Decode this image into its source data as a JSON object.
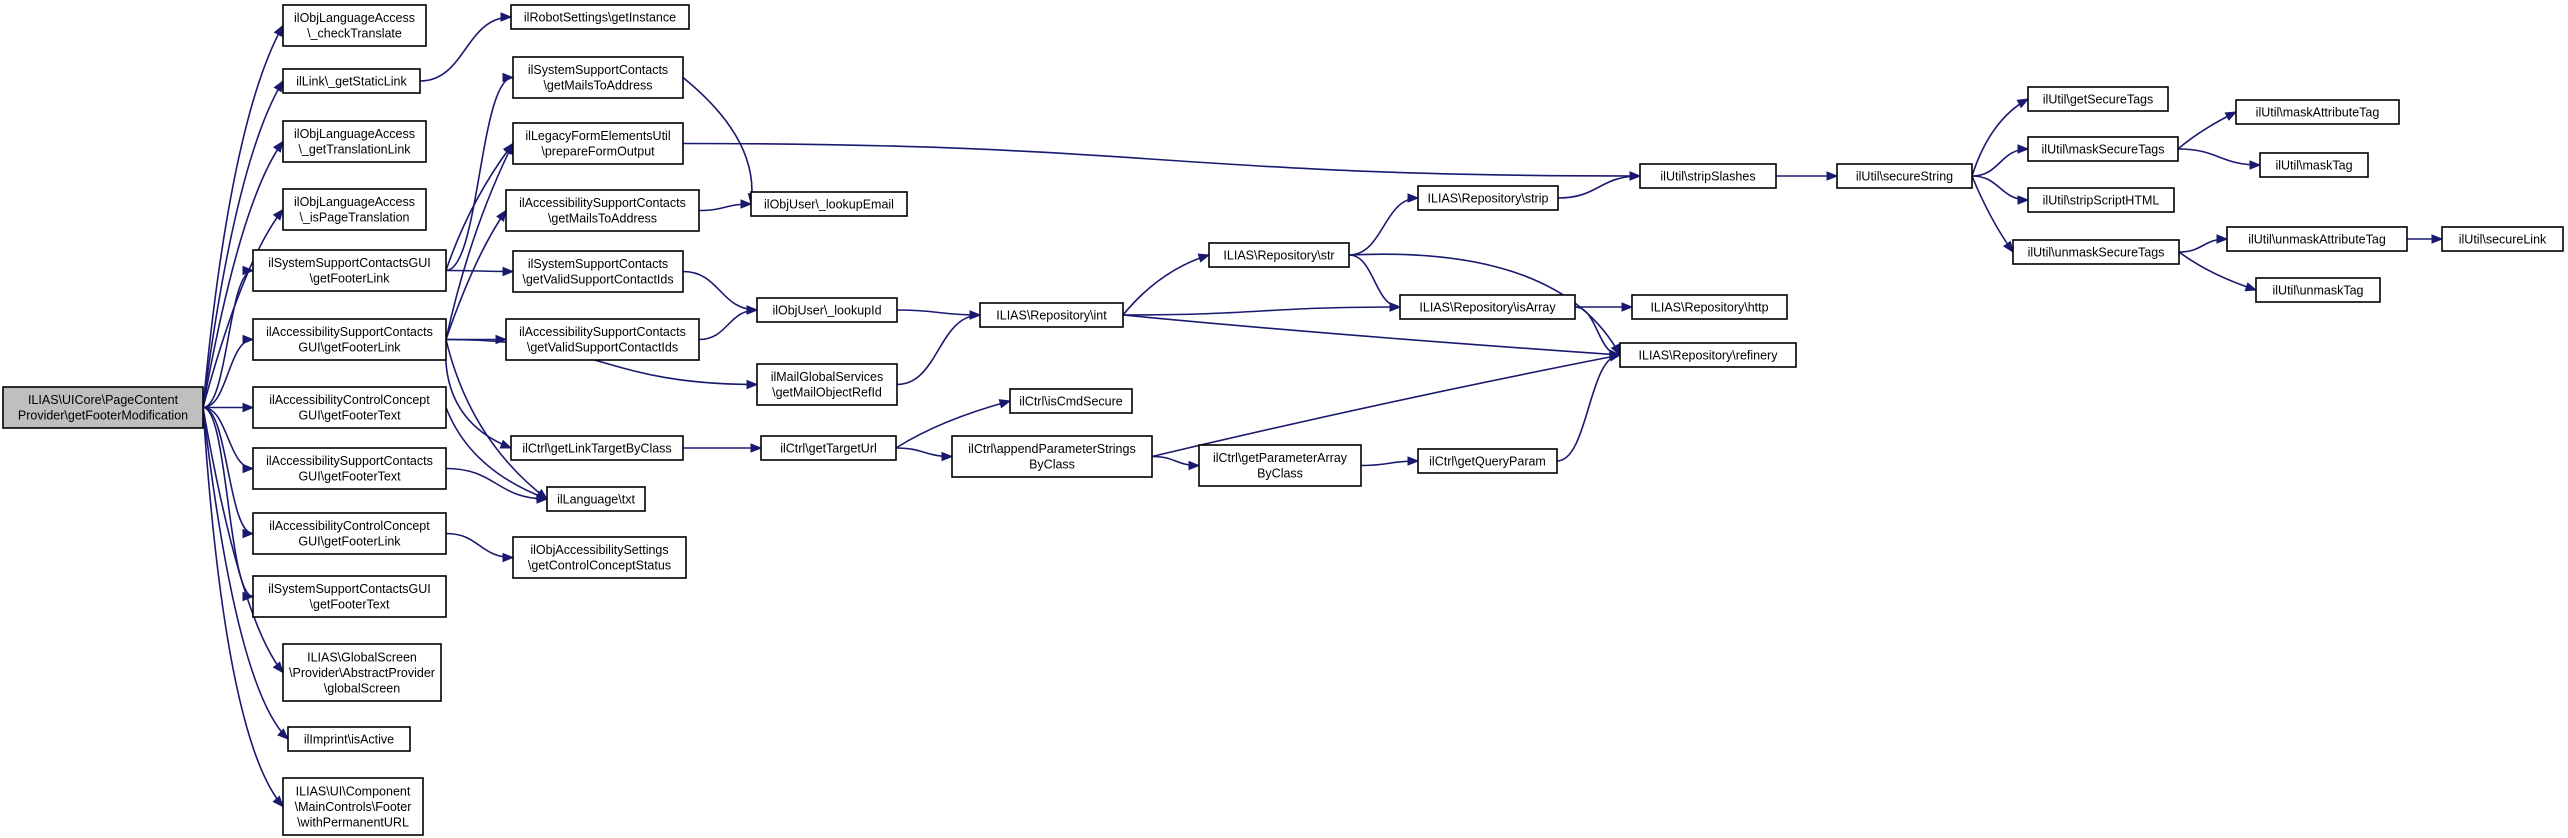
{
  "diagram": {
    "type": "call-graph",
    "root": "n0",
    "nodes": [
      {
        "id": "n0",
        "lines": [
          "ILIAS\\UICore\\PageContent",
          "Provider\\getFooterModification"
        ],
        "root": true
      },
      {
        "id": "n1",
        "lines": [
          "ilObjLanguageAccess",
          "\\_checkTranslate"
        ]
      },
      {
        "id": "n2",
        "lines": [
          "ilLink\\_getStaticLink"
        ]
      },
      {
        "id": "n3",
        "lines": [
          "ilObjLanguageAccess",
          "\\_getTranslationLink"
        ]
      },
      {
        "id": "n4",
        "lines": [
          "ilObjLanguageAccess",
          "\\_isPageTranslation"
        ]
      },
      {
        "id": "n5",
        "lines": [
          "ilSystemSupportContactsGUI",
          "\\getFooterLink"
        ]
      },
      {
        "id": "n6",
        "lines": [
          "ilAccessibilitySupportContacts",
          "GUI\\getFooterLink"
        ]
      },
      {
        "id": "n7",
        "lines": [
          "ilAccessibilityControlConcept",
          "GUI\\getFooterText"
        ]
      },
      {
        "id": "n8",
        "lines": [
          "ilAccessibilitySupportContacts",
          "GUI\\getFooterText"
        ]
      },
      {
        "id": "n9",
        "lines": [
          "ilAccessibilityControlConcept",
          "GUI\\getFooterLink"
        ]
      },
      {
        "id": "n10",
        "lines": [
          "ilSystemSupportContactsGUI",
          "\\getFooterText"
        ]
      },
      {
        "id": "n11",
        "lines": [
          "ILIAS\\GlobalScreen",
          "\\Provider\\AbstractProvider",
          "\\globalScreen"
        ]
      },
      {
        "id": "n12",
        "lines": [
          "ilImprint\\isActive"
        ]
      },
      {
        "id": "n13",
        "lines": [
          "ILIAS\\UI\\Component",
          "\\MainControls\\Footer",
          "\\withPermanentURL"
        ]
      },
      {
        "id": "n14",
        "lines": [
          "ilRobotSettings\\getInstance"
        ]
      },
      {
        "id": "n15",
        "lines": [
          "ilSystemSupportContacts",
          "\\getMailsToAddress"
        ]
      },
      {
        "id": "n16",
        "lines": [
          "ilLegacyFormElementsUtil",
          "\\prepareFormOutput"
        ]
      },
      {
        "id": "n17",
        "lines": [
          "ilAccessibilitySupportContacts",
          "\\getMailsToAddress"
        ]
      },
      {
        "id": "n18",
        "lines": [
          "ilSystemSupportContacts",
          "\\getValidSupportContactIds"
        ]
      },
      {
        "id": "n19",
        "lines": [
          "ilAccessibilitySupportContacts",
          "\\getValidSupportContactIds"
        ]
      },
      {
        "id": "n20",
        "lines": [
          "ilCtrl\\getLinkTargetByClass"
        ]
      },
      {
        "id": "n21",
        "lines": [
          "ilLanguage\\txt"
        ]
      },
      {
        "id": "n22",
        "lines": [
          "ilObjAccessibilitySettings",
          "\\getControlConceptStatus"
        ]
      },
      {
        "id": "n23",
        "lines": [
          "ilObjUser\\_lookupEmail"
        ]
      },
      {
        "id": "n24",
        "lines": [
          "ilObjUser\\_lookupId"
        ]
      },
      {
        "id": "n25",
        "lines": [
          "ilMailGlobalServices",
          "\\getMailObjectRefId"
        ]
      },
      {
        "id": "n26",
        "lines": [
          "ilCtrl\\getTargetUrl"
        ]
      },
      {
        "id": "n27",
        "lines": [
          "ILIAS\\Repository\\int"
        ]
      },
      {
        "id": "n28",
        "lines": [
          "ilCtrl\\isCmdSecure"
        ]
      },
      {
        "id": "n29",
        "lines": [
          "ilCtrl\\appendParameterStrings",
          "ByClass"
        ]
      },
      {
        "id": "n30",
        "lines": [
          "ILIAS\\Repository\\str"
        ]
      },
      {
        "id": "n31",
        "lines": [
          "ilCtrl\\getParameterArray",
          "ByClass"
        ]
      },
      {
        "id": "n32",
        "lines": [
          "ILIAS\\Repository\\strip"
        ]
      },
      {
        "id": "n33",
        "lines": [
          "ILIAS\\Repository\\isArray"
        ]
      },
      {
        "id": "n34",
        "lines": [
          "ilCtrl\\getQueryParam"
        ]
      },
      {
        "id": "n35",
        "lines": [
          "ilUtil\\stripSlashes"
        ]
      },
      {
        "id": "n36",
        "lines": [
          "ILIAS\\Repository\\http"
        ]
      },
      {
        "id": "n37",
        "lines": [
          "ILIAS\\Repository\\refinery"
        ]
      },
      {
        "id": "n38",
        "lines": [
          "ilUtil\\secureString"
        ]
      },
      {
        "id": "n39",
        "lines": [
          "ilUtil\\getSecureTags"
        ]
      },
      {
        "id": "n40",
        "lines": [
          "ilUtil\\maskSecureTags"
        ]
      },
      {
        "id": "n41",
        "lines": [
          "ilUtil\\stripScriptHTML"
        ]
      },
      {
        "id": "n42",
        "lines": [
          "ilUtil\\unmaskSecureTags"
        ]
      },
      {
        "id": "n43",
        "lines": [
          "ilUtil\\maskAttributeTag"
        ]
      },
      {
        "id": "n44",
        "lines": [
          "ilUtil\\maskTag"
        ]
      },
      {
        "id": "n45",
        "lines": [
          "ilUtil\\unmaskAttributeTag"
        ]
      },
      {
        "id": "n46",
        "lines": [
          "ilUtil\\unmaskTag"
        ]
      },
      {
        "id": "n47",
        "lines": [
          "ilUtil\\secureLink"
        ]
      }
    ],
    "edges": [
      [
        "n0",
        "n1"
      ],
      [
        "n0",
        "n2"
      ],
      [
        "n0",
        "n3"
      ],
      [
        "n0",
        "n4"
      ],
      [
        "n0",
        "n5"
      ],
      [
        "n0",
        "n6"
      ],
      [
        "n0",
        "n7"
      ],
      [
        "n0",
        "n8"
      ],
      [
        "n0",
        "n9"
      ],
      [
        "n0",
        "n10"
      ],
      [
        "n0",
        "n11"
      ],
      [
        "n0",
        "n12"
      ],
      [
        "n0",
        "n13"
      ],
      [
        "n2",
        "n14"
      ],
      [
        "n5",
        "n15"
      ],
      [
        "n5",
        "n16"
      ],
      [
        "n5",
        "n18"
      ],
      [
        "n6",
        "n16"
      ],
      [
        "n6",
        "n17"
      ],
      [
        "n6",
        "n19"
      ],
      [
        "n6",
        "n25"
      ],
      [
        "n6",
        "n20"
      ],
      [
        "n6",
        "n21"
      ],
      [
        "n7",
        "n21"
      ],
      [
        "n8",
        "n21"
      ],
      [
        "n9",
        "n22"
      ],
      [
        "n15",
        "n23"
      ],
      [
        "n16",
        "n35"
      ],
      [
        "n17",
        "n23"
      ],
      [
        "n18",
        "n24"
      ],
      [
        "n19",
        "n24"
      ],
      [
        "n24",
        "n27"
      ],
      [
        "n25",
        "n27"
      ],
      [
        "n20",
        "n26"
      ],
      [
        "n26",
        "n28"
      ],
      [
        "n26",
        "n29"
      ],
      [
        "n29",
        "n31"
      ],
      [
        "n29",
        "n37"
      ],
      [
        "n31",
        "n34"
      ],
      [
        "n34",
        "n37"
      ],
      [
        "n27",
        "n30"
      ],
      [
        "n27",
        "n33"
      ],
      [
        "n27",
        "n37"
      ],
      [
        "n30",
        "n32"
      ],
      [
        "n30",
        "n33"
      ],
      [
        "n30",
        "n37"
      ],
      [
        "n32",
        "n35"
      ],
      [
        "n33",
        "n36"
      ],
      [
        "n33",
        "n37"
      ],
      [
        "n35",
        "n38"
      ],
      [
        "n38",
        "n39"
      ],
      [
        "n38",
        "n40"
      ],
      [
        "n38",
        "n41"
      ],
      [
        "n38",
        "n42"
      ],
      [
        "n40",
        "n43"
      ],
      [
        "n40",
        "n44"
      ],
      [
        "n42",
        "n45"
      ],
      [
        "n42",
        "n46"
      ],
      [
        "n45",
        "n47"
      ]
    ]
  }
}
